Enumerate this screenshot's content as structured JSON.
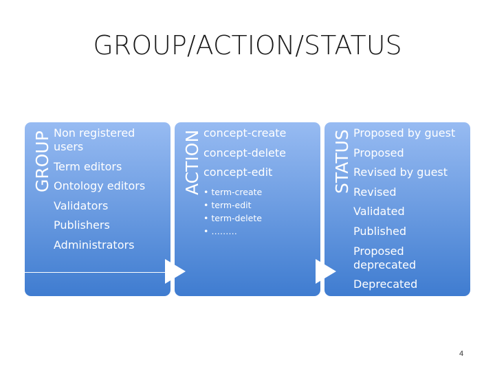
{
  "title": "GROUP/ACTION/STATUS",
  "panels": [
    {
      "label": "GROUP",
      "items": [
        "Non registered users",
        "Term editors",
        "Ontology editors",
        "Validators",
        "Publishers",
        "Administrators"
      ]
    },
    {
      "label": "ACTION",
      "items": [
        "concept-create",
        "concept-delete",
        "concept-edit"
      ],
      "subitems": [
        "term-create",
        "term-edit",
        "term-delete",
        "………"
      ]
    },
    {
      "label": "STATUS",
      "items": [
        "Proposed by guest",
        "Proposed",
        "Revised by guest",
        "Revised",
        "Validated",
        "Published",
        "Proposed deprecated",
        "Deprecated"
      ]
    }
  ],
  "page_number": "4",
  "colors": {
    "panel_top": "#97bbf2",
    "panel_bottom": "#3f7cd0"
  }
}
